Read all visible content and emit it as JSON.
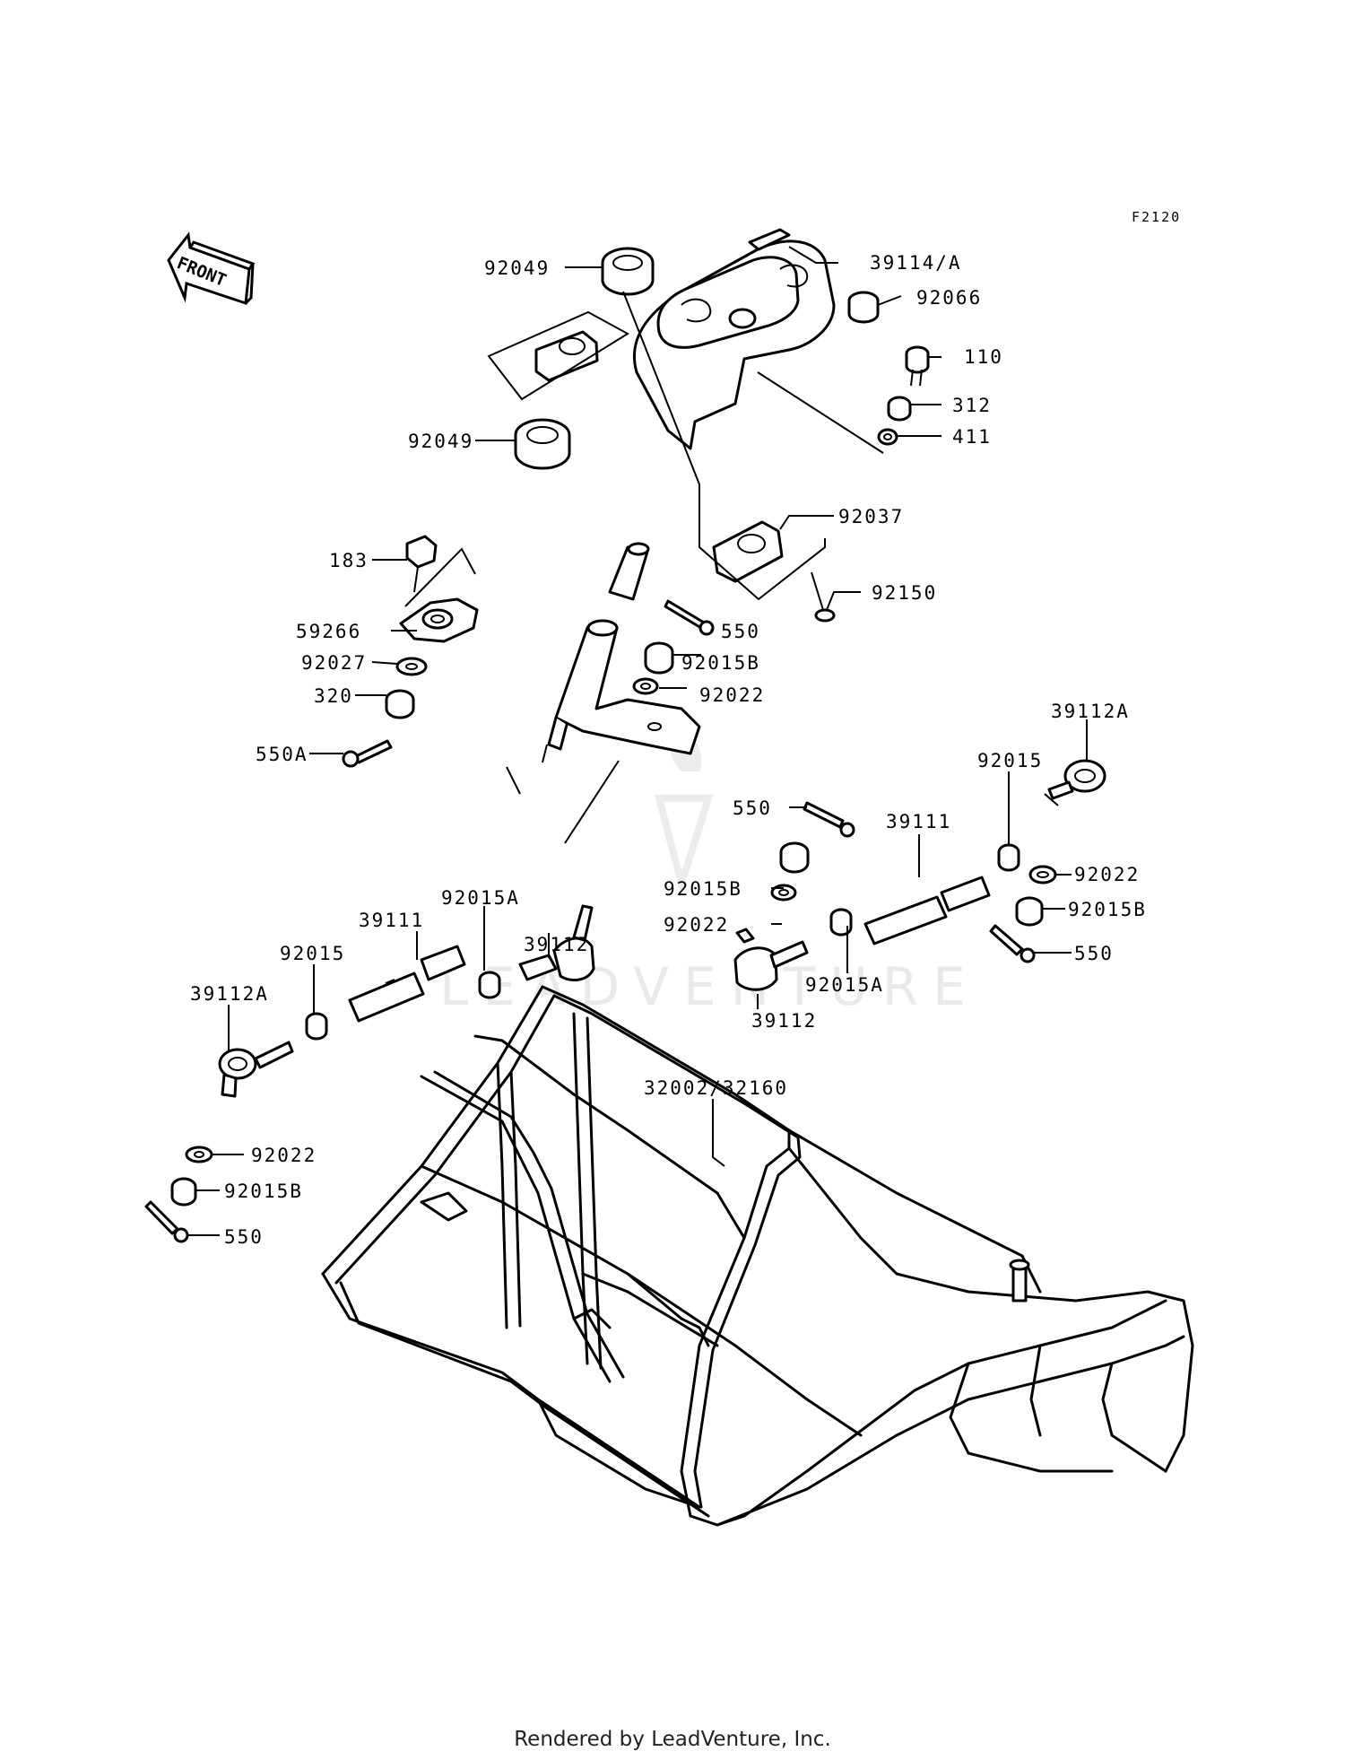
{
  "figure_code": "F2120",
  "front_label": "FRONT",
  "watermark": "LEADVENTURE",
  "footer": "Rendered by LeadVenture, Inc.",
  "callouts": {
    "c92049_top": "92049",
    "c39114A": "39114/A",
    "c92066": "92066",
    "c110": "110",
    "c312": "312",
    "c411": "411",
    "c92049_bot": "92049",
    "c92037": "92037",
    "c183": "183",
    "c92150": "92150",
    "c59266": "59266",
    "c550_a": "550",
    "c92027": "92027",
    "c92015B_a": "92015B",
    "c320": "320",
    "c92022_a": "92022",
    "c550A": "550A",
    "c39112A_r": "39112A",
    "c92015_r": "92015",
    "c550_b": "550",
    "c39111_r": "39111",
    "c92015A_l": "92015A",
    "c92015B_b": "92015B",
    "c92022_b": "92022",
    "c92022_c": "92022",
    "c92015B_c": "92015B",
    "c39111_l": "39111",
    "c39112_l": "39112",
    "c550_c": "550",
    "c92015_l": "92015",
    "c92015A_r": "92015A",
    "c39112A_l": "39112A",
    "c39112_r": "39112",
    "c32002": "32002/32160",
    "c92022_d": "92022",
    "c92015B_d": "92015B",
    "c550_d": "550"
  }
}
